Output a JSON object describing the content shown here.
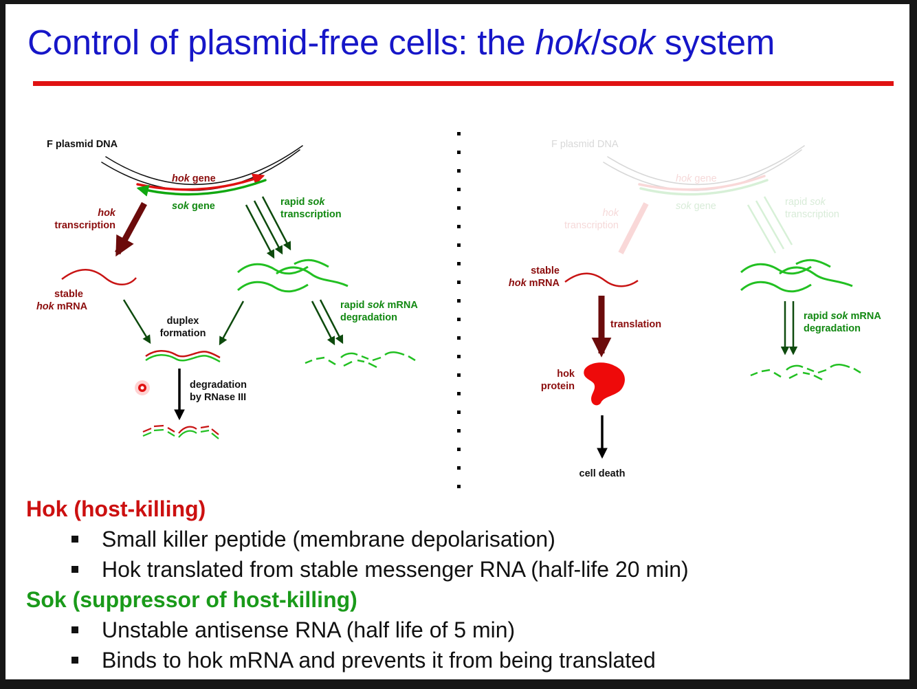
{
  "slide": {
    "title_pre": "Control of plasmid-free cells: the ",
    "title_hok": "hok",
    "title_slash": "/",
    "title_sok": "sok",
    "title_post": " system"
  },
  "colors": {
    "title": "#1616c8",
    "rule": "#e01212",
    "hok": "#8b0d0d",
    "hok_bright": "#e01212",
    "sok": "#11a811",
    "arrow_dark_green": "#0d4a0d",
    "arrow_dark_red": "#6b0b0b"
  },
  "diagram": {
    "left": {
      "plasmid_label": "F plasmid DNA",
      "hok_gene_it": "hok",
      "hok_gene_rest": " gene",
      "sok_gene_it": "sok",
      "sok_gene_rest": " gene",
      "hok_transcription_1": "hok",
      "hok_transcription_2": "transcription",
      "rapid_sok_1a": "rapid ",
      "rapid_sok_1b": "sok",
      "rapid_sok_2": "transcription",
      "stable_1": "stable",
      "stable_2a": "hok",
      "stable_2b": " mRNA",
      "duplex_1": "duplex",
      "duplex_2": "formation",
      "rapid_deg_1a": "rapid ",
      "rapid_deg_1b": "sok",
      "rapid_deg_1c": " mRNA",
      "rapid_deg_2": "degradation",
      "rnase_1": "degradation",
      "rnase_2": "by RNase III"
    },
    "right": {
      "plasmid_label": "F plasmid DNA",
      "hok_gene_it": "hok",
      "hok_gene_rest": " gene",
      "sok_gene_it": "sok",
      "sok_gene_rest": " gene",
      "hok_transcription_1": "hok",
      "hok_transcription_2": "transcription",
      "rapid_sok_1a": "rapid ",
      "rapid_sok_1b": "sok",
      "rapid_sok_2": "transcription",
      "stable_1": "stable",
      "stable_2a": "hok",
      "stable_2b": " mRNA",
      "translation": "translation",
      "protein_1": "hok",
      "protein_2": "protein",
      "cell_death": "cell death",
      "rapid_deg_1a": "rapid ",
      "rapid_deg_1b": "sok",
      "rapid_deg_1c": " mRNA",
      "rapid_deg_2": "degradation"
    }
  },
  "notes": {
    "hok_heading": "Hok (host-killing)",
    "hok_bullets": [
      "Small killer peptide (membrane depolarisation)",
      "Hok translated from stable messenger RNA (half-life 20 min)"
    ],
    "sok_heading": "Sok (suppressor of host-killing)",
    "sok_bullets": [
      "Unstable antisense RNA (half life of 5 min)",
      "Binds to hok mRNA and prevents it from being translated"
    ]
  }
}
